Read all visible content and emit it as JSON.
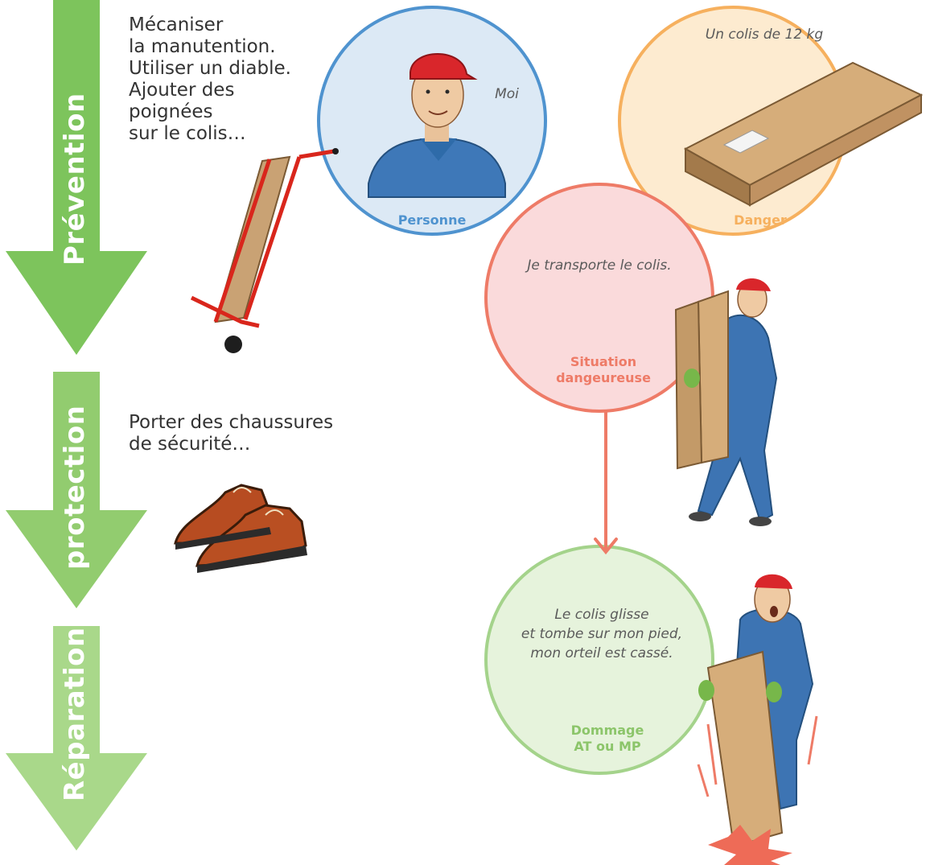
{
  "arrows": [
    {
      "label": "Prévention",
      "color": "#7dc45c"
    },
    {
      "label": "protection",
      "color": "#92cc6f"
    },
    {
      "label": "Réparation",
      "color": "#a9d88a"
    }
  ],
  "prevention_text": [
    "Mécaniser",
    "la manutention.",
    "Utiliser un diable.",
    "Ajouter des",
    "poignées",
    "sur le colis…"
  ],
  "protection_text": [
    "Porter des chaussures",
    "de sécurité…"
  ],
  "circles": {
    "personne": {
      "title": "Personne",
      "caption": "Moi",
      "color": "#4f93cf"
    },
    "danger": {
      "title": "Danger",
      "caption": "Un colis de 12 kg",
      "color": "#f6b05e"
    },
    "situation": {
      "title_lines": [
        "Situation",
        "dangeureuse"
      ],
      "caption": "Je transporte le colis.",
      "color": "#ee7b67"
    },
    "dommage": {
      "title_lines": [
        "Dommage",
        "AT ou MP"
      ],
      "caption_lines": [
        "Le colis glisse",
        "et tombe sur mon pied,",
        "mon orteil est cassé."
      ],
      "color": "#a4d38b"
    }
  },
  "icons": [
    "hand-truck-icon",
    "safety-shoes-icon",
    "worker-icon",
    "package-icon",
    "worker-carrying-icon",
    "worker-hurt-icon"
  ]
}
